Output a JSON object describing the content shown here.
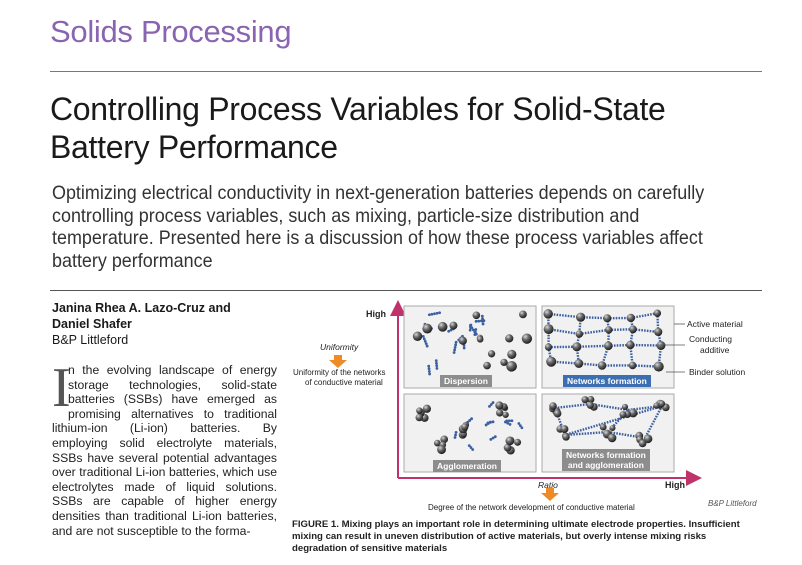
{
  "header": {
    "section": "Solids Processing"
  },
  "article": {
    "title": "Controlling Process Variables for Solid-State Battery Performance",
    "deck": "Optimizing electrical conductivity in next-generation batteries depends on carefully controlling process variables, such as mixing, particle-size distribution and temperature. Presented here is a discussion of how these process variables affect battery performance",
    "authors_line1": "Janina Rhea A. Lazo-Cruz and",
    "authors_line2": "Daniel Shafer",
    "affiliation": "B&P Littleford",
    "dropcap": "I",
    "body": "n the evolving landscape of energy storage technologies, solid-state batteries (SSBs) have emerged as promising alternatives to traditional lithium-ion (Li-ion) batteries. By employing solid electrolyte materials, SSBs have several potential advantages over traditional Li-ion batteries, which use electrolytes made of liquid solutions. SSBs are capable of higher energy densities than traditional Li-ion batteries, and are not susceptible to the forma-"
  },
  "figure": {
    "y_high": "High",
    "x_high": "High",
    "y_label": "Uniformity",
    "y_desc_1": "Uniformity of the networks",
    "y_desc_2": "of conductive material",
    "x_label": "Ratio",
    "x_desc": "Degree of the network development of conductive material",
    "panels": {
      "dispersion": "Dispersion",
      "networks": "Networks formation",
      "agglomeration": "Agglomeration",
      "net_agg_1": "Networks formation",
      "net_agg_2": "and agglomeration"
    },
    "legend": {
      "active": "Active material",
      "conducting_1": "Conducting",
      "conducting_2": "additive",
      "binder": "Binder solution"
    },
    "credit": "B&P Littleford",
    "caption": "FIGURE 1. Mixing plays an important role in determining ultimate electrode properties. Insufficient mixing can result in uneven distribution of active materials, but overly intense mixing risks degradation of sensitive materials"
  },
  "colors": {
    "section": "#8a64b0",
    "axis": "#c0336a",
    "arrow": "#f08a24",
    "tag_blue": "#3b6fb1"
  }
}
